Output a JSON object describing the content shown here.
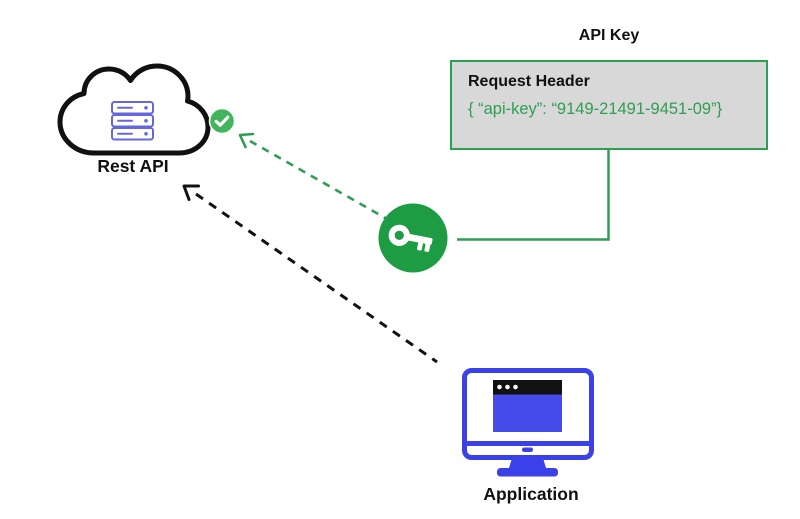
{
  "title": "API Key",
  "request_box": {
    "header": "Request Header",
    "value": "{ “api-key”: “9149-21491-9451-09”}"
  },
  "labels": {
    "rest_api": "Rest API",
    "application": "Application"
  },
  "colors": {
    "green": "#2e9e52",
    "key_green": "#1e9c44",
    "badge_green": "#41b45c",
    "monitor_blue": "#3b41e8",
    "window_blue": "#444be9",
    "rack_indigo": "#6467e0",
    "box_bg": "#d8d8d8",
    "ink": "#111111"
  }
}
